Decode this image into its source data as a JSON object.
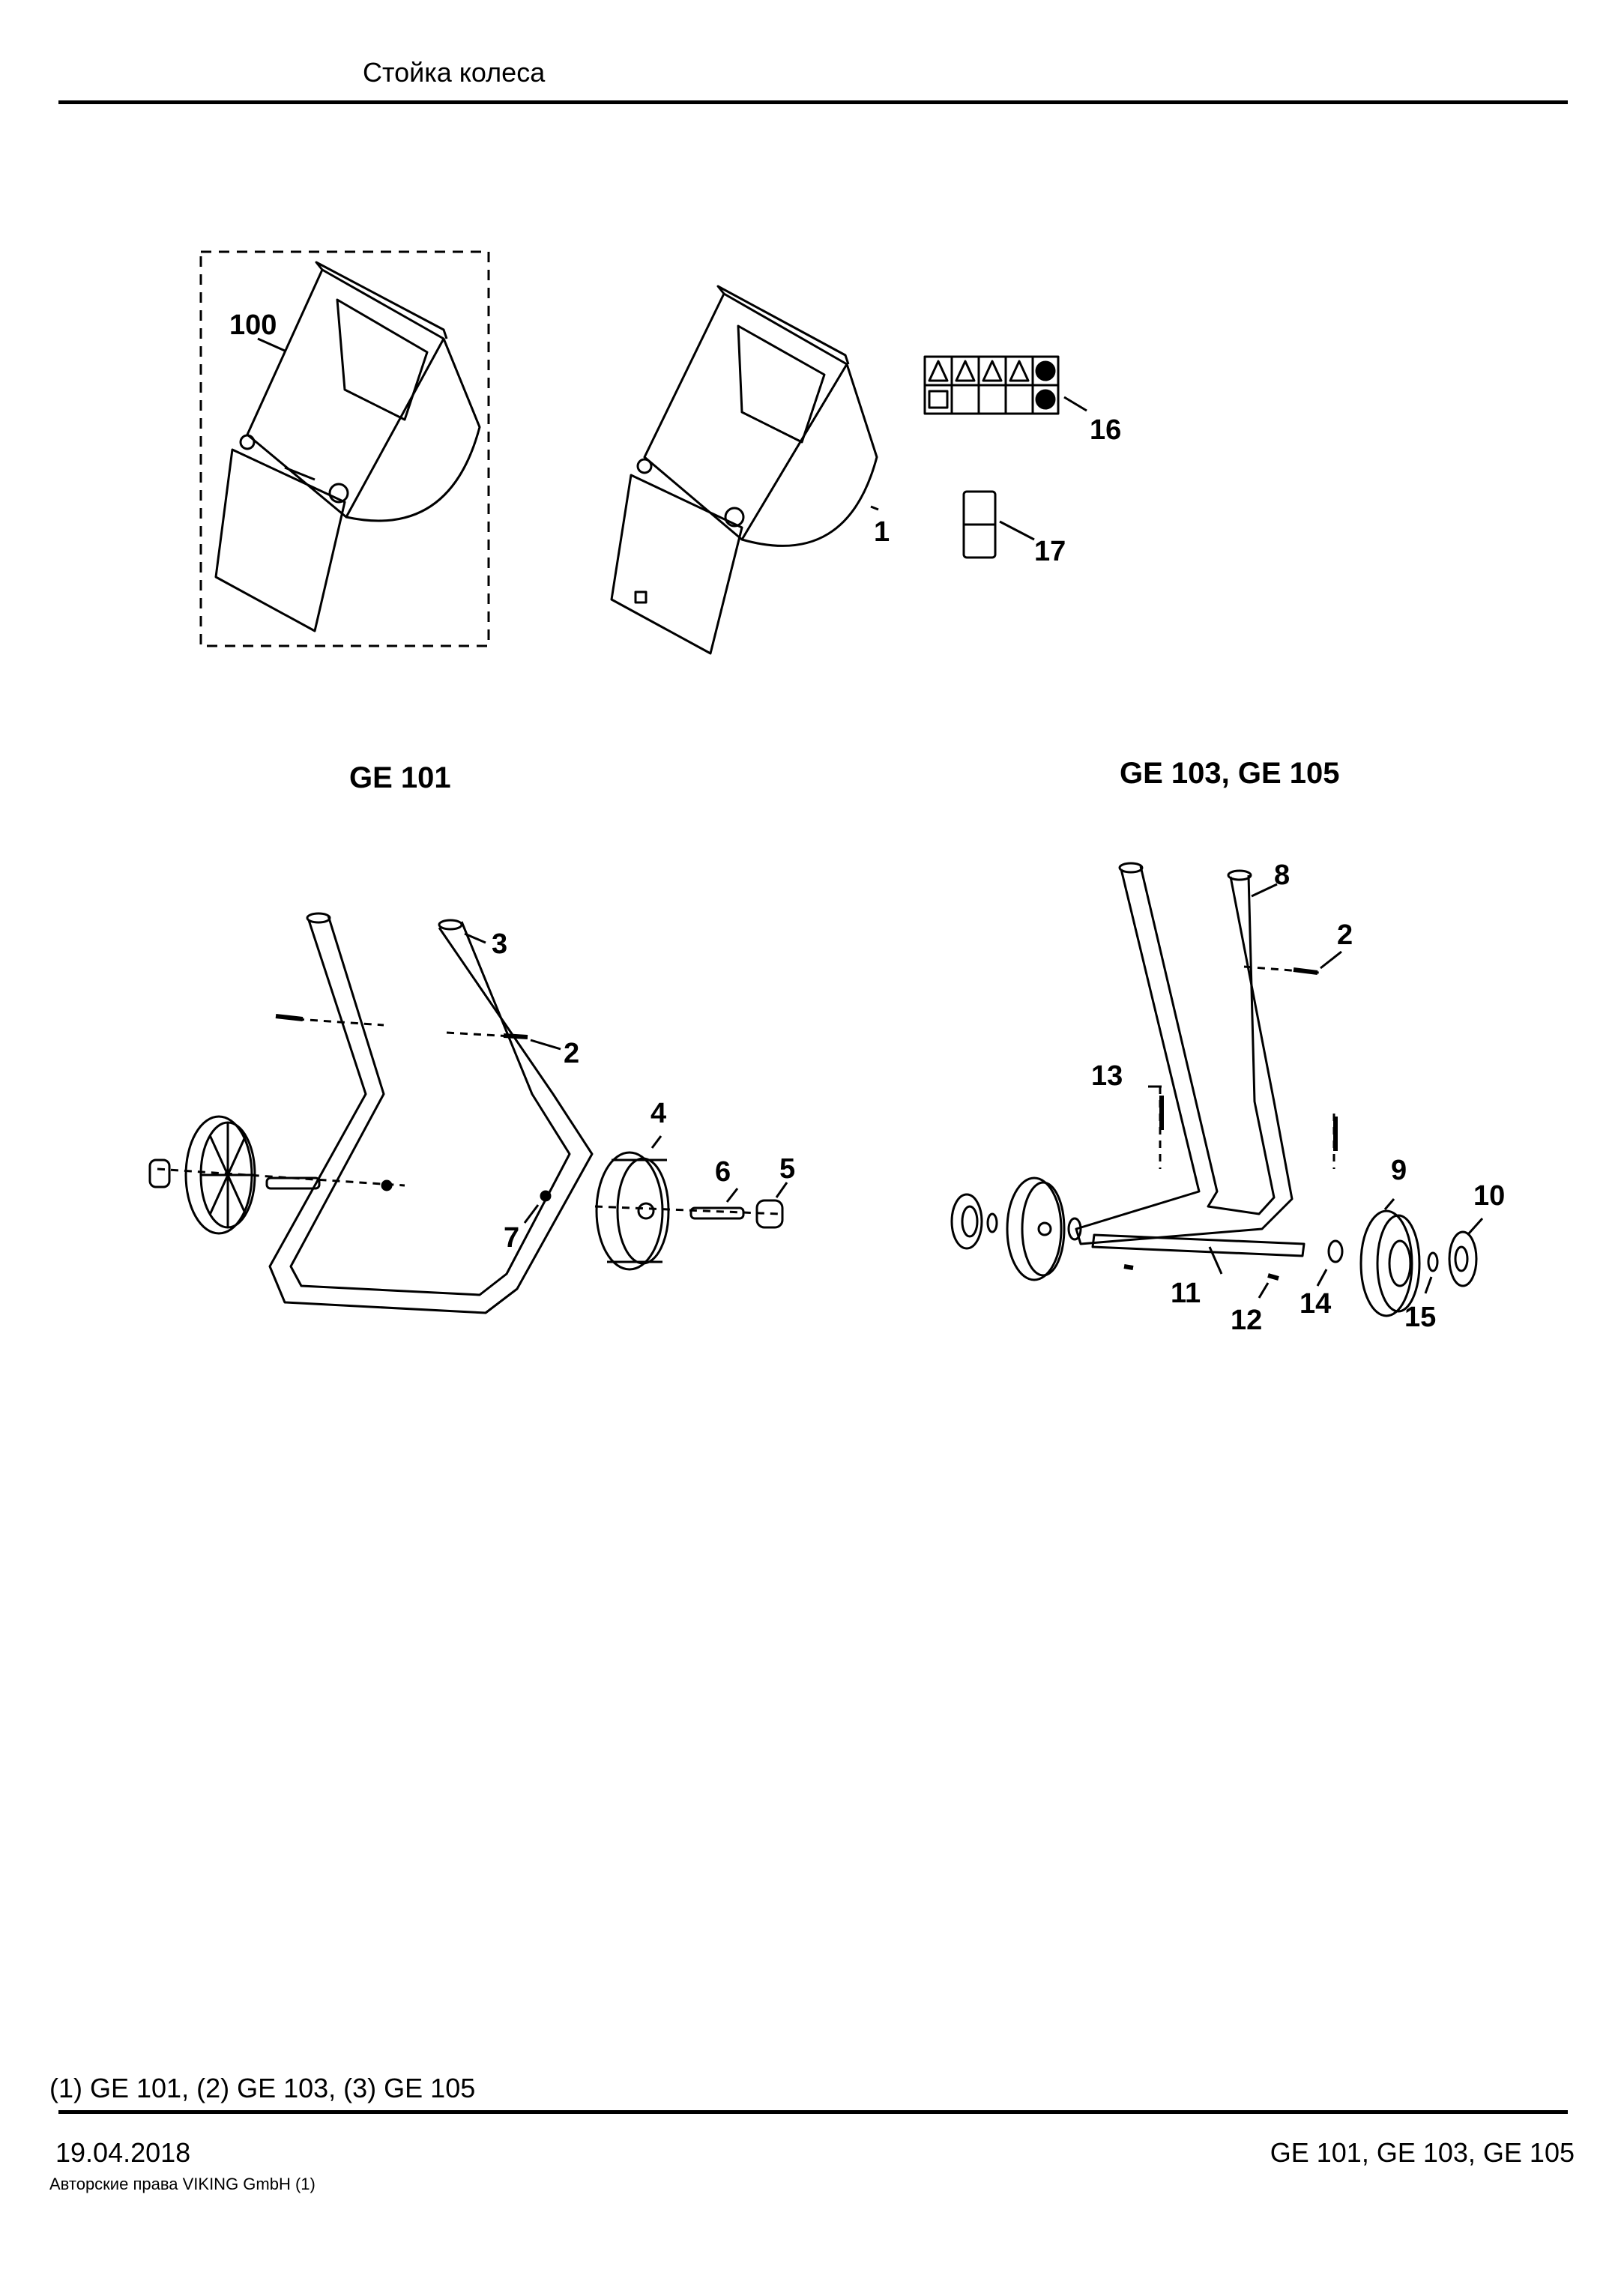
{
  "header": {
    "title": "Стойка колеса"
  },
  "sections": {
    "ge101_title": "GE 101",
    "ge103_105_title": "GE 103, GE 105"
  },
  "callouts": {
    "c100": "100",
    "c1": "1",
    "c16": "16",
    "c17": "17",
    "c3": "3",
    "c2a": "2",
    "c4": "4",
    "c5": "5",
    "c6": "6",
    "c7": "7",
    "c8": "8",
    "c2b": "2",
    "c13": "13",
    "c9": "9",
    "c10": "10",
    "c11": "11",
    "c12": "12",
    "c14": "14",
    "c15": "15"
  },
  "footer": {
    "note": "(1) GE 101, (2) GE 103, (3) GE 105",
    "date": "19.04.2018",
    "copyright": "Авторские права VIKING GmbH  (1)",
    "models": "GE 101, GE 103, GE 105"
  }
}
